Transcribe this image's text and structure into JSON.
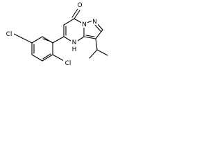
{
  "molecule": {
    "atoms": {
      "oxygen": "O",
      "chlorine_top": "Cl",
      "chlorine_bottom": "Cl",
      "nitrogen_bridge": "N",
      "nitrogen_pyrazole": "N",
      "nitrogen_h": "N",
      "hydrogen_on_n": "H"
    }
  }
}
